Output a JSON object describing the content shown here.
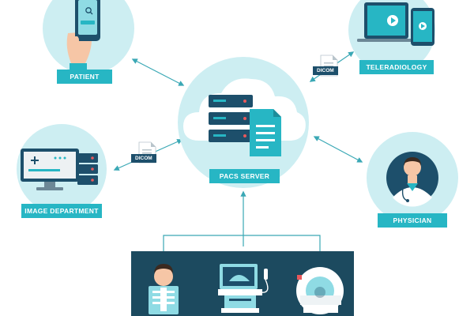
{
  "nodes": {
    "patient": {
      "label": "PATIENT"
    },
    "teleradiology": {
      "label": "TELERADIOLOGY"
    },
    "pacs_server": {
      "label": "PACS SERVER"
    },
    "image_department": {
      "label": "IMAGE DEPARTMENT"
    },
    "physician": {
      "label": "PHYSICIAN"
    }
  },
  "tags": {
    "dicom_top": "DICOM",
    "dicom_left": "DICOM"
  },
  "icons": {
    "patient": "hand-phone-icon",
    "teleradiology": "laptop-tablet-icon",
    "pacs_server": "server-cloud-icon",
    "image_department": "medical-monitor-icon",
    "physician": "doctor-icon",
    "xray": "xray-patient-icon",
    "ultrasound": "ultrasound-machine-icon",
    "mri": "mri-scanner-icon"
  },
  "colors": {
    "teal": "#27b6c4",
    "light_teal": "#cdeef2",
    "dark_navy": "#1d4f6b",
    "modality_bg": "#1c4a5f"
  }
}
